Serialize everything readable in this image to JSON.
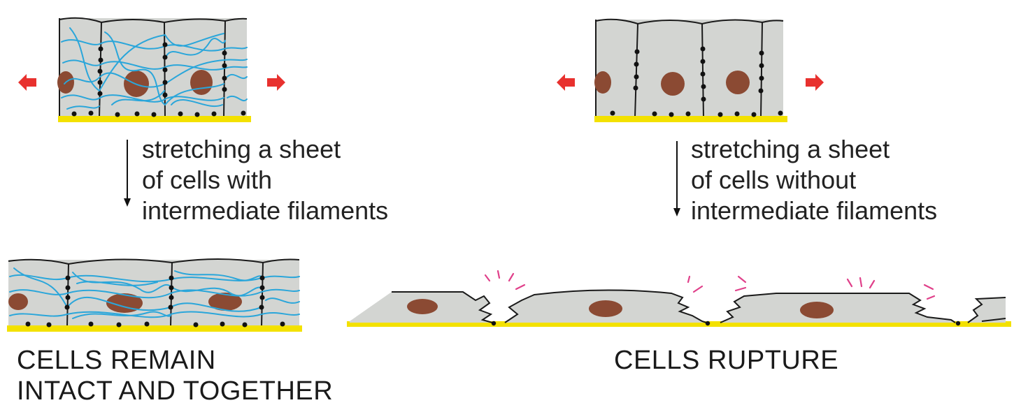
{
  "panels": {
    "with_filaments": {
      "caption_lines": [
        "stretching a sheet",
        "of cells with",
        "intermediate filaments"
      ],
      "outcome_lines": [
        "CELLS REMAIN",
        "INTACT AND TOGETHER"
      ]
    },
    "without_filaments": {
      "caption_lines": [
        "stretching a sheet",
        "of cells without",
        "intermediate filaments"
      ],
      "outcome_lines": [
        "CELLS RUPTURE"
      ]
    }
  },
  "colors": {
    "cytoplasm": "#d3d5d2",
    "nucleus": "#8b4a33",
    "intermediate_filament": "#2aa6da",
    "basal_lamina": "#f3e100",
    "stretch_arrow": "#e8312e",
    "rupture_mark": "#e0408a",
    "junction": "#111111"
  }
}
